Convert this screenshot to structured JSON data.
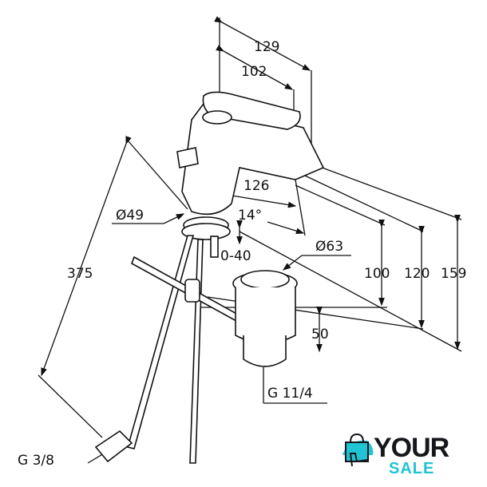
{
  "dimensions": {
    "d129": "129",
    "d102": "102",
    "d126": "126",
    "angle": "14°",
    "dia49": "Ø49",
    "dia63": "Ø63",
    "adjust": "0-40",
    "d375": "375",
    "d100": "100",
    "d120": "120",
    "d159": "159",
    "d50": "50",
    "thread_drain": "G 11/4",
    "thread_supply": "G 3/8"
  },
  "logo": {
    "line1": "YOUR",
    "line2": "SALE",
    "colors": {
      "dark": "#15171c",
      "accent": "#20c4d3"
    }
  }
}
